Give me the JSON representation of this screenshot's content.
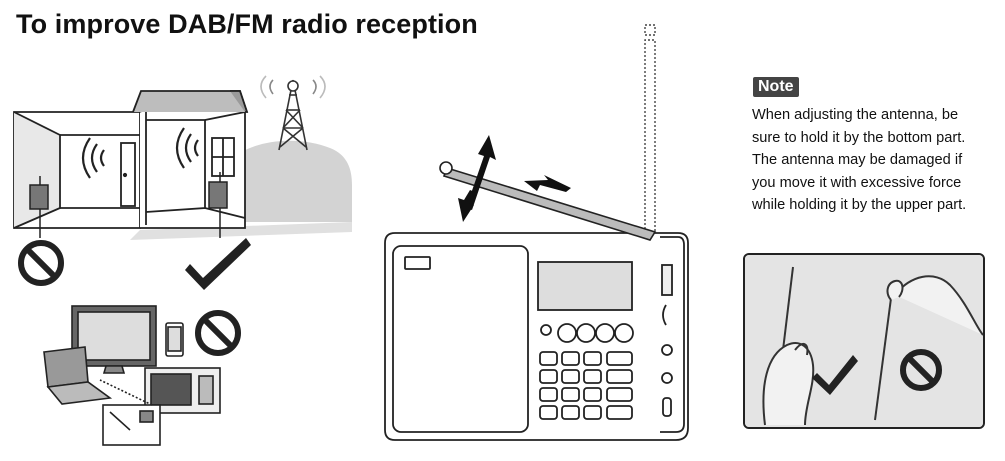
{
  "title": "To improve DAB/FM radio reception",
  "note": {
    "badge": "Note",
    "lines": [
      "When adjusting the antenna, be",
      "sure to hold it by the bottom part.",
      "The antenna may be damaged if",
      "you move it with excessive force",
      "while holding it by the upper part."
    ]
  },
  "icons": {
    "prohibited": "no-symbol-icon",
    "allowed": "checkmark-icon",
    "tower": "radio-tower-icon"
  },
  "colors": {
    "ink": "#111111",
    "badge_bg": "#444444",
    "photo_bg": "#e6e6e6"
  }
}
